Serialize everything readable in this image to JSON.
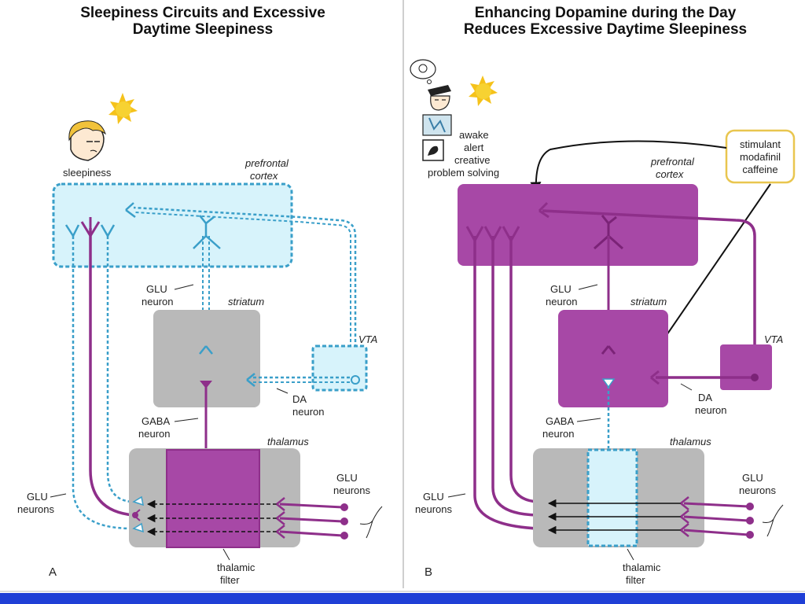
{
  "panels": [
    {
      "letter": "A",
      "title_line1": "Sleepiness Circuits and Excessive",
      "title_line2": "Daytime Sleepiness",
      "labels": {
        "sleepiness": "sleepiness",
        "prefrontal_1": "prefrontal",
        "prefrontal_2": "cortex",
        "glu_neuron_1": "GLU",
        "glu_neuron_2": "neuron",
        "striatum": "striatum",
        "vta": "VTA",
        "da_1": "DA",
        "da_2": "neuron",
        "gaba_1": "GABA",
        "gaba_2": "neuron",
        "thalamus": "thalamus",
        "glu_left_1": "GLU",
        "glu_left_2": "neurons",
        "glu_right_1": "GLU",
        "glu_right_2": "neurons",
        "filter_1": "thalamic",
        "filter_2": "filter"
      }
    },
    {
      "letter": "B",
      "title_line1": "Enhancing Dopamine during the Day",
      "title_line2": "Reduces Excessive Daytime Sleepiness",
      "labels": {
        "awake": "awake",
        "alert": "alert",
        "creative": "creative",
        "problem": "problem solving",
        "prefrontal_1": "prefrontal",
        "prefrontal_2": "cortex",
        "drug_1": "stimulant",
        "drug_2": "modafinil",
        "drug_3": "caffeine",
        "glu_neuron_1": "GLU",
        "glu_neuron_2": "neuron",
        "striatum": "striatum",
        "vta": "VTA",
        "da_1": "DA",
        "da_2": "neuron",
        "gaba_1": "GABA",
        "gaba_2": "neuron",
        "thalamus": "thalamus",
        "glu_left_1": "GLU",
        "glu_left_2": "neurons",
        "glu_right_1": "GLU",
        "glu_right_2": "neurons",
        "filter_1": "thalamic",
        "filter_2": "filter"
      }
    }
  ],
  "colors": {
    "purple": "#8e2f8a",
    "purple_fill": "#a748a6",
    "cyan_fill": "#d7f3fb",
    "cyan_stroke": "#3a9fc9",
    "gray_fill": "#b9b9b9",
    "sun": "#f5c21b",
    "drug_border": "#e9c64f",
    "bottom_bar": "#1f3fd6"
  }
}
